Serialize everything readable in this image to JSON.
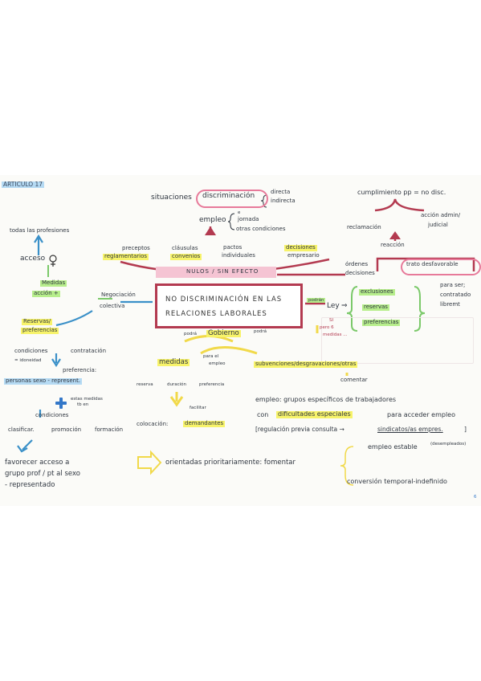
{
  "header": {
    "tag": "ARTICULO 17"
  },
  "center": {
    "box_line1": "NO DISCRIMINACIÓN EN LAS",
    "box_line2": "RELACIONES LABORALES",
    "nulos": "NULOS / SIN EFECTO"
  },
  "top": {
    "situaciones": "situaciones",
    "discriminacion": "discriminación",
    "directa": "directa",
    "indirecta": "indirecta",
    "empleo": "empleo",
    "e": "e",
    "jornada": "jornada",
    "otras_condiciones": "otras condiciones",
    "preceptos": "preceptos",
    "reglamentarios": "reglamentarios",
    "clausulas": "cláusulas",
    "convenios": "convenios",
    "pactos": "pactos",
    "individuales": "individuales",
    "decisiones_emp": "decisiones",
    "empresario": "empresario"
  },
  "right": {
    "cumplimiento": "cumplimiento pp = no disc.",
    "reclamacion": "reclamación",
    "accion_admin": "acción admin/",
    "judicial": "judicial",
    "reaccion": "reacción",
    "ordenes": "órdenes",
    "decisiones": "decisiones",
    "trato": "trato desfavorable",
    "podran": "podrán",
    "ley": "Ley",
    "exclusiones": "exclusiones",
    "reservas": "reservas",
    "preferencias": "preferencias",
    "para_ser": "para ser;",
    "contratado": "contratado",
    "libremt": "libremt",
    "si": "SI",
    "pero_6": "pero 6",
    "medidas": "medidas ..."
  },
  "left": {
    "todas": "todas las profesiones",
    "acceso": "acceso",
    "female": "♀",
    "medidas": "Medidas",
    "accion": "acción +",
    "negociacion": "Negociación",
    "colectiva": "colectiva",
    "reservas": "Reservas/",
    "preferencias": "preferencias",
    "condiciones": "condiciones",
    "contratacion": "contratación",
    "idoneidad": "= idoneidad",
    "preferencia": "preferencia:",
    "personas": "personas sexo - represent.",
    "estas_medidas": "estas medidas",
    "tb_en": "tb en",
    "condiciones2": "condiciones",
    "clasificar": "clasificar.",
    "promocion": "promoción",
    "formacion": "formación",
    "favorecer": "favorecer acceso a",
    "grupo": "grupo prof / pt al sexo",
    "representado": "- representado"
  },
  "bottom": {
    "podra": "podrá",
    "gobierno": "Gobierno",
    "podra2": "podrá",
    "medidas": "medidas",
    "para_el": "para el",
    "empleo_s": "empleo",
    "subvenciones": "subvenciones/desgravaciones/otras",
    "reserva": "reserva",
    "duracion": "duración",
    "preferencia": "preferencia",
    "comentar": "comentar",
    "facilitar": "facilitar",
    "colocacion": "colocación:",
    "demandantes": "demandantes",
    "empleo_grupos": "empleo: grupos específicos de trabajadores",
    "con": "con",
    "dificultades": "dificultades especiales",
    "para_acceder": "para acceder empleo",
    "regulacion": "[regulación previa consulta →",
    "sindicatos": "sindicatos/as empres.",
    "cierra": "]",
    "orientadas": "orientadas prioritariamente: fomentar",
    "empleo_estable": "empleo estable",
    "desempleados": "(desempleados)",
    "conversion": "conversión temporal-indefinido",
    "page_mark": "6"
  }
}
